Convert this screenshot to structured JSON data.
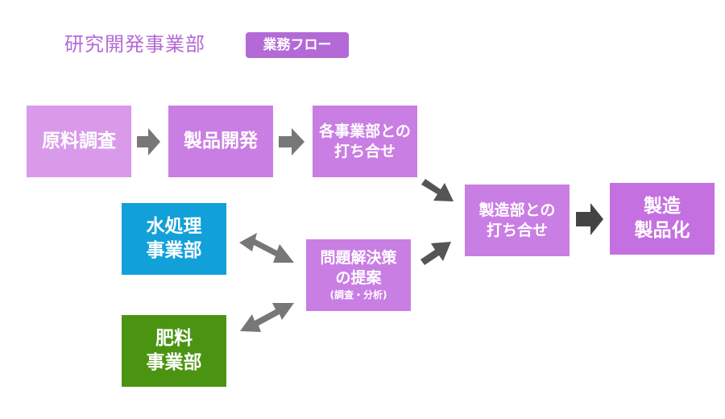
{
  "header": {
    "title": "研究開発事業部",
    "badge": "業務フロー"
  },
  "nodes": {
    "raw_research": "原料調査",
    "product_dev": "製品開発",
    "dept_meeting": "各事業部との\n打ち合せ",
    "water_dept": "水処理\n事業部",
    "fertilizer_dept": "肥料\n事業部",
    "proposal": "問題解決策\nの提案",
    "proposal_sub": "(調査・分析)",
    "mfg_meeting": "製造部との\n打ち合せ",
    "productization": "製造\n製品化"
  },
  "colors": {
    "purple_light": "#d99be9",
    "purple": "#c97ee3",
    "purple_dark": "#c470e0",
    "blue": "#12a0d8",
    "green": "#4b9412",
    "arrow_gray": "#777777",
    "arrow_dark": "#444444"
  }
}
